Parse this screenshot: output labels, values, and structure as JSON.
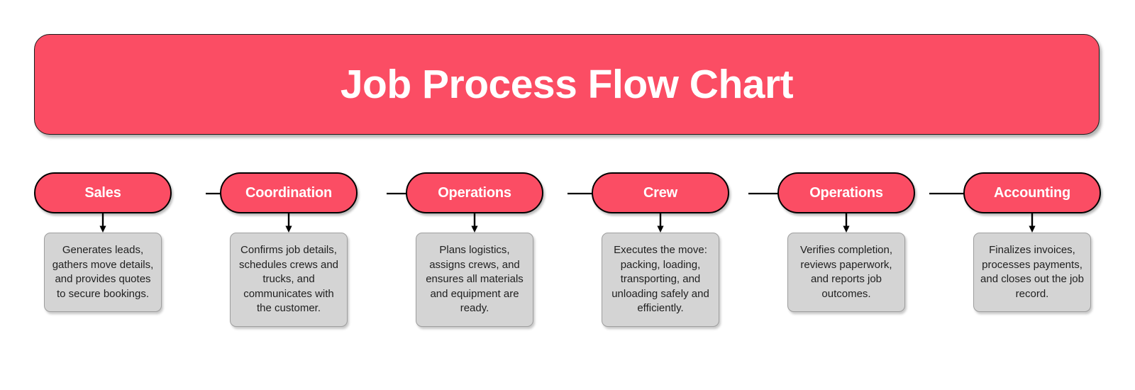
{
  "title": {
    "text": "Job Process Flow Chart"
  },
  "colors": {
    "accent": "#fb4d64",
    "box_fill": "#d4d4d4",
    "box_border": "#9e9e9e",
    "pill_border": "#000000",
    "title_text": "#ffffff",
    "desc_text": "#1f1f1f",
    "background": "#ffffff",
    "arrow": "#000000"
  },
  "stages": [
    {
      "label": "Sales",
      "description": "Generates leads, gathers move details, and provides quotes to secure bookings."
    },
    {
      "label": "Coordination",
      "description": "Confirms job details, schedules crews and trucks, and communicates with the customer."
    },
    {
      "label": "Operations",
      "description": "Plans logistics, assigns crews, and ensures all materials and equipment are ready."
    },
    {
      "label": "Crew",
      "description": "Executes the move: packing, loading, transporting, and unloading safely and efficiently."
    },
    {
      "label": "Operations",
      "description": "Verifies completion, reviews paperwork, and reports job outcomes."
    },
    {
      "label": "Accounting",
      "description": "Finalizes invoices, processes payments, and closes out the job record."
    }
  ],
  "connectors": {
    "horizontal_count": 5,
    "vertical_count": 6,
    "direction": "left-to-right"
  }
}
